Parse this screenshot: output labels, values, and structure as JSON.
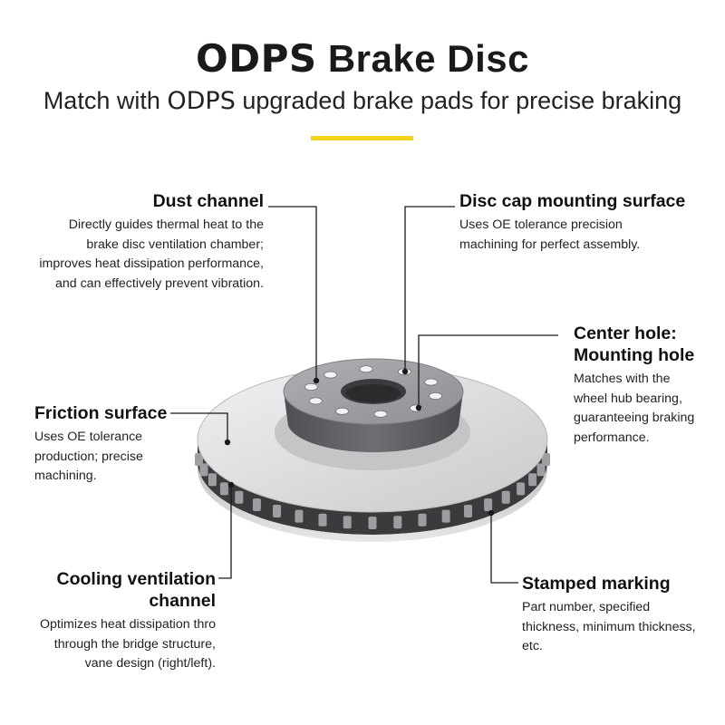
{
  "header": {
    "brand": "ODPS",
    "title_rest": "Brake Disc",
    "subtitle_prefix": "Match with",
    "subtitle_brand": "ODPS",
    "subtitle_suffix": "upgraded brake pads for precise braking",
    "accent_color": "#f2d21b"
  },
  "callouts": {
    "dust_channel": {
      "title": "Dust channel",
      "lines": [
        "Directly guides thermal heat to the",
        "brake disc ventilation chamber;",
        "improves heat dissipation performance,",
        "and can effectively prevent vibration."
      ]
    },
    "disc_cap": {
      "title": "Disc cap mounting surface",
      "lines": [
        "Uses OE tolerance precision",
        "machining for perfect assembly."
      ]
    },
    "center_hole": {
      "title_line1": "Center hole:",
      "title_line2": "Mounting hole",
      "lines": [
        "Matches with the",
        "wheel hub bearing,",
        "guaranteeing braking",
        "performance."
      ]
    },
    "friction_surface": {
      "title": "Friction surface",
      "lines": [
        "Uses OE tolerance",
        "production; precise",
        "machining."
      ]
    },
    "cooling_channel": {
      "title": "Cooling ventilation channel",
      "lines": [
        "Optimizes heat dissipation thro",
        "through the bridge structure,",
        "vane design (right/left)."
      ]
    },
    "stamped_marking": {
      "title": "Stamped marking",
      "lines": [
        "Part number, specified",
        "thickness, minimum thickness,",
        "etc."
      ]
    }
  },
  "colors": {
    "disc_silver": "#d9dadb",
    "hat_dark": "#5b5d60",
    "leader_line": "#1a1a1a"
  },
  "icons": {
    "disc": "brake-disc-illustration"
  }
}
